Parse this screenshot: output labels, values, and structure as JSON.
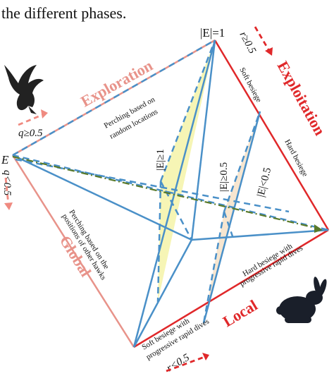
{
  "caption_fragment": "the different phases.",
  "vertices": {
    "left": "E",
    "top": "|E|=1"
  },
  "region_labels": {
    "exploration": "Exploration",
    "exploitation": "Exploitation",
    "global": "Global",
    "local": "Local"
  },
  "strategy_labels": {
    "perching_random": "Perching based on random locations",
    "perching_random_line1": "Perching based on",
    "perching_random_line2": "random locations",
    "perching_positions_line1": "Perching based on the",
    "perching_positions_line2": "positions of other hawks",
    "soft_besiege": "Soft besiege",
    "hard_besiege": "Hard besiege",
    "hard_rapid_line1": "Hard besiege with",
    "hard_rapid_line2": "progressive rapid dives",
    "soft_rapid_line1": "Soft besiege with",
    "soft_rapid_line2": "progressive rapid dives"
  },
  "conditions": {
    "q_ge": "q≥0.5",
    "q_lt": "q<0.5",
    "r_ge": "r≥0.5",
    "r_lt": "r<0.5",
    "e_ge_1": "|E|≥1",
    "e_ge_05": "|E|≥0.5",
    "e_lt_05": "|E|<0.5"
  },
  "icons": [
    "eagle-icon",
    "rabbit-icon"
  ],
  "colors": {
    "exploration_edge": "#e8938a",
    "exploitation_edge": "#e0282a",
    "blue_line": "#4a90c8",
    "green_dash": "#5a7a2a",
    "yellow_fill": "#f4f3a8",
    "peach_fill": "#f6e2c8",
    "arrow_red": "#e0282a",
    "arrow_pink": "#ef8a80"
  }
}
